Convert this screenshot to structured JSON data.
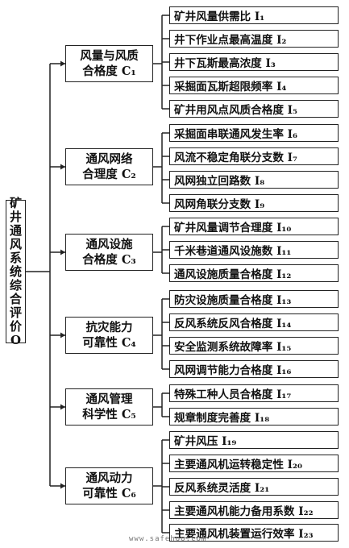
{
  "root": {
    "label": "矿井通风系统综合评价O"
  },
  "categories": [
    {
      "line1": "风量与风质",
      "line2": "合格度 C₁"
    },
    {
      "line1": "通风网络",
      "line2": "合理度 C₂"
    },
    {
      "line1": "通风设施",
      "line2": "合格度 C₃"
    },
    {
      "line1": "抗灾能力",
      "line2": "可靠性 C₄"
    },
    {
      "line1": "通风管理",
      "line2": "科学性 C₅"
    },
    {
      "line1": "通风动力",
      "line2": "可靠性 C₆"
    }
  ],
  "indicators": [
    {
      "label": "矿井风量供需比 I₁",
      "category": 0
    },
    {
      "label": "井下作业点最高温度 I₂",
      "category": 0
    },
    {
      "label": "井下瓦斯最高浓度 I₃",
      "category": 0
    },
    {
      "label": "采掘面瓦斯超限频率 I₄",
      "category": 0
    },
    {
      "label": "矿井用风点风质合格度 I₅",
      "category": 0
    },
    {
      "label": "采掘面串联通风发生率 I₆",
      "category": 1
    },
    {
      "label": "风流不稳定角联分支数 I₇",
      "category": 1
    },
    {
      "label": "风网独立回路数 I₈",
      "category": 1
    },
    {
      "label": "风网角联分支数 I₉",
      "category": 1
    },
    {
      "label": "矿井风量调节合理度 I₁₀",
      "category": 2
    },
    {
      "label": "千米巷道通风设施数 I₁₁",
      "category": 2
    },
    {
      "label": "通风设施质量合格度 I₁₂",
      "category": 2
    },
    {
      "label": "防灾设施质量合格度 I₁₃",
      "category": 3
    },
    {
      "label": "反风系统反风合格度 I₁₄",
      "category": 3
    },
    {
      "label": "安全监测系统故障率 I₁₅",
      "category": 3
    },
    {
      "label": "风网调节能力合格度 I₁₆",
      "category": 3
    },
    {
      "label": "特殊工种人员合格度 I₁₇",
      "category": 4
    },
    {
      "label": "规章制度完善度 I₁₈",
      "category": 4
    },
    {
      "label": "矿井风压 I₁₉",
      "category": 5
    },
    {
      "label": "主要通风机运转稳定性 I₂₀",
      "category": 5
    },
    {
      "label": "反风系统灵活度 I₂₁",
      "category": 5
    },
    {
      "label": "主要通风机能力备用系数 I₂₂",
      "category": 5
    },
    {
      "label": "主要通风机装置运行效率 I₂₃",
      "category": 5
    }
  ],
  "watermark": "www.safehoo.com"
}
